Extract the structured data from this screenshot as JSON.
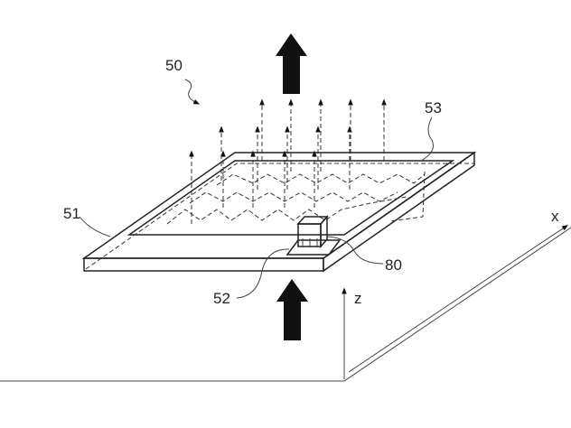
{
  "figure": {
    "labels": {
      "device": "50",
      "light_guide_plate": "51",
      "substrate_pad": "52",
      "emission_region": "53",
      "light_source": "80"
    },
    "axes": {
      "x": "x",
      "z": "z"
    }
  }
}
